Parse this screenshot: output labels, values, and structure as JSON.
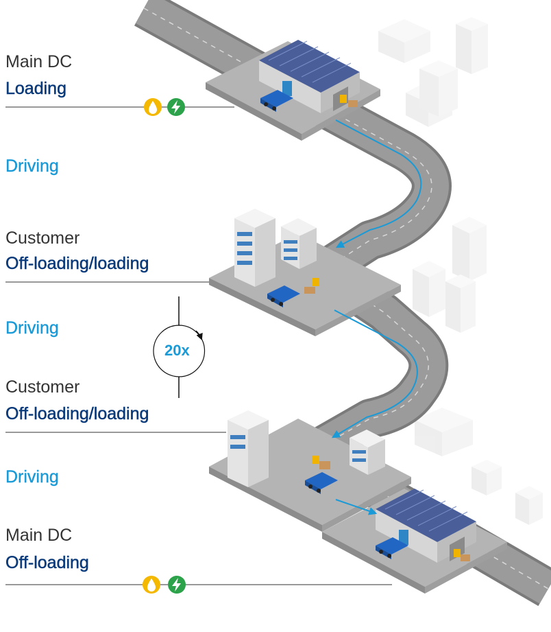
{
  "steps": [
    {
      "location": "Main DC",
      "action": "Loading"
    },
    {
      "driving": "Driving"
    },
    {
      "location": "Customer",
      "action": "Off-loading/loading"
    },
    {
      "driving": "Driving"
    },
    {
      "location": "Customer",
      "action": "Off-loading/loading"
    },
    {
      "driving": "Driving"
    },
    {
      "location": "Main DC",
      "action": "Off-loading"
    }
  ],
  "loop": {
    "count": "20x"
  },
  "icons": {
    "fuel": "fuel-drop-icon",
    "electric": "charging-bolt-icon"
  },
  "colors": {
    "action_text": "#0a3a7a",
    "driving_text": "#1a9ad6",
    "route_arrow": "#1a9ad6",
    "fuel_icon": "#f5b800",
    "electric_icon": "#2ca24a",
    "road": "#9b9b9b",
    "ground_tile": "#b4b4b4",
    "van": "#2266c4"
  }
}
